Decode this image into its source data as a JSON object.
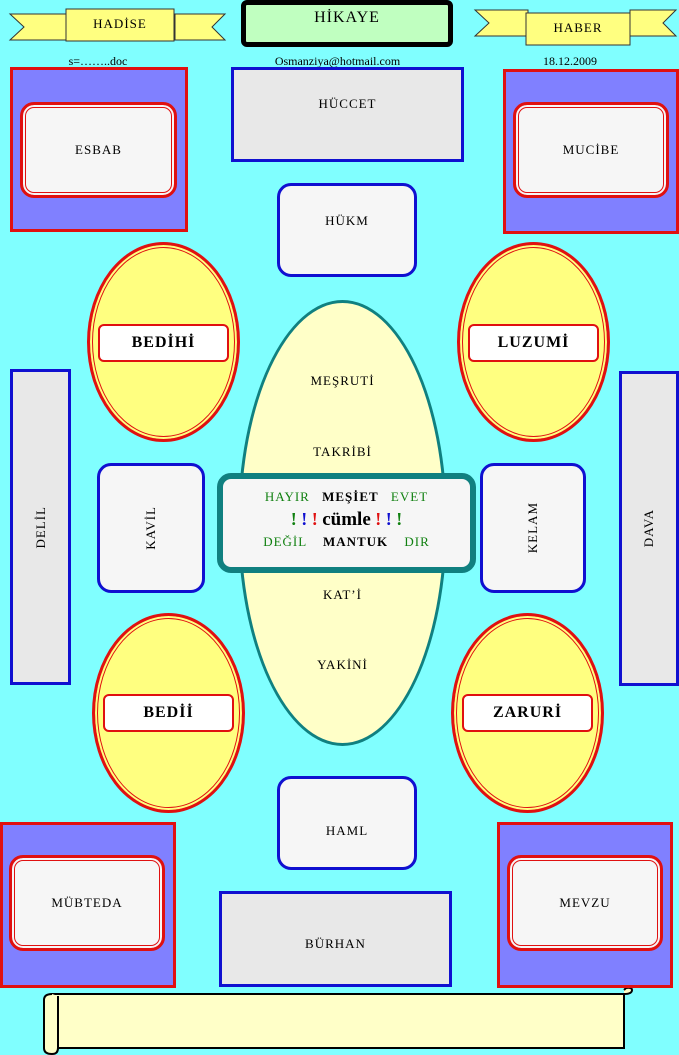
{
  "header": {
    "left_ribbon": "HADİSE",
    "title": "HİKAYE",
    "right_ribbon": "HABER",
    "left_sub": "s=……..doc",
    "email": "Osmanziya@hotmail.com",
    "date": "18.12.2009"
  },
  "corners": {
    "top_left": "ESBAB",
    "top_right": "MUCİBE",
    "bottom_left": "MÜBTEDA",
    "bottom_right": "MEVZU"
  },
  "column": {
    "top_box": "HÜCCET",
    "hukm": "HÜKM",
    "haml": "HAML",
    "bottom_box": "BÜRHAN"
  },
  "ovals": {
    "top_left": "BEDİHİ",
    "top_right": "LUZUMİ",
    "bottom_left": "BEDİİ",
    "bottom_right": "ZARURİ"
  },
  "sides": {
    "left_bar": "DELİL",
    "right_bar": "DAVA",
    "left_box": "KAVİL",
    "right_box": "KELAM"
  },
  "center_oval": {
    "top1": "MEŞRUTİ",
    "top2": "TAKRİBİ",
    "bottom1": "KAT’İ",
    "bottom2": "YAKİNİ"
  },
  "center_panel": {
    "row1_left": "HAYIR",
    "row1_mid": "MEŞİET",
    "row1_right": "EVET",
    "excl": "!",
    "word": "cümle",
    "row3_left": "DEĞİL",
    "row3_mid": "MANTUK",
    "row3_right": "DIR"
  },
  "colors": {
    "background": "#80ffff",
    "green_text": "#108010",
    "blue_border": "#1010d0",
    "red_border": "#e01010",
    "oval_fill": "#ffff80",
    "center_fill": "#ffffc8",
    "teal": "#108080",
    "purple": "#8080ff"
  }
}
